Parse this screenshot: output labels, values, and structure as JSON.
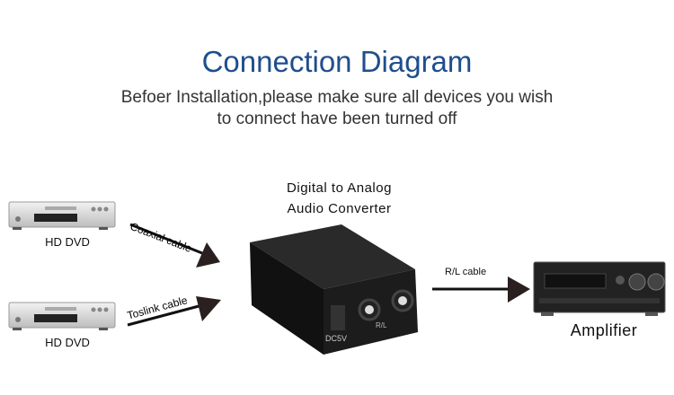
{
  "title": "Connection Diagram",
  "subtitle": [
    "Befoer Installation,please make sure all devices you wish",
    "to connect have been turned off"
  ],
  "sources": [
    {
      "label": "HD DVD",
      "cable": "Coaxial cable"
    },
    {
      "label": "HD DVD",
      "cable": "Toslink cable"
    }
  ],
  "converter": {
    "title_lines": [
      "Digital to Analog",
      "Audio Converter"
    ],
    "port_power": "DC5V",
    "port_output": "R/L"
  },
  "output_cable": "R/L cable",
  "amplifier": {
    "label": "Amplifier"
  }
}
